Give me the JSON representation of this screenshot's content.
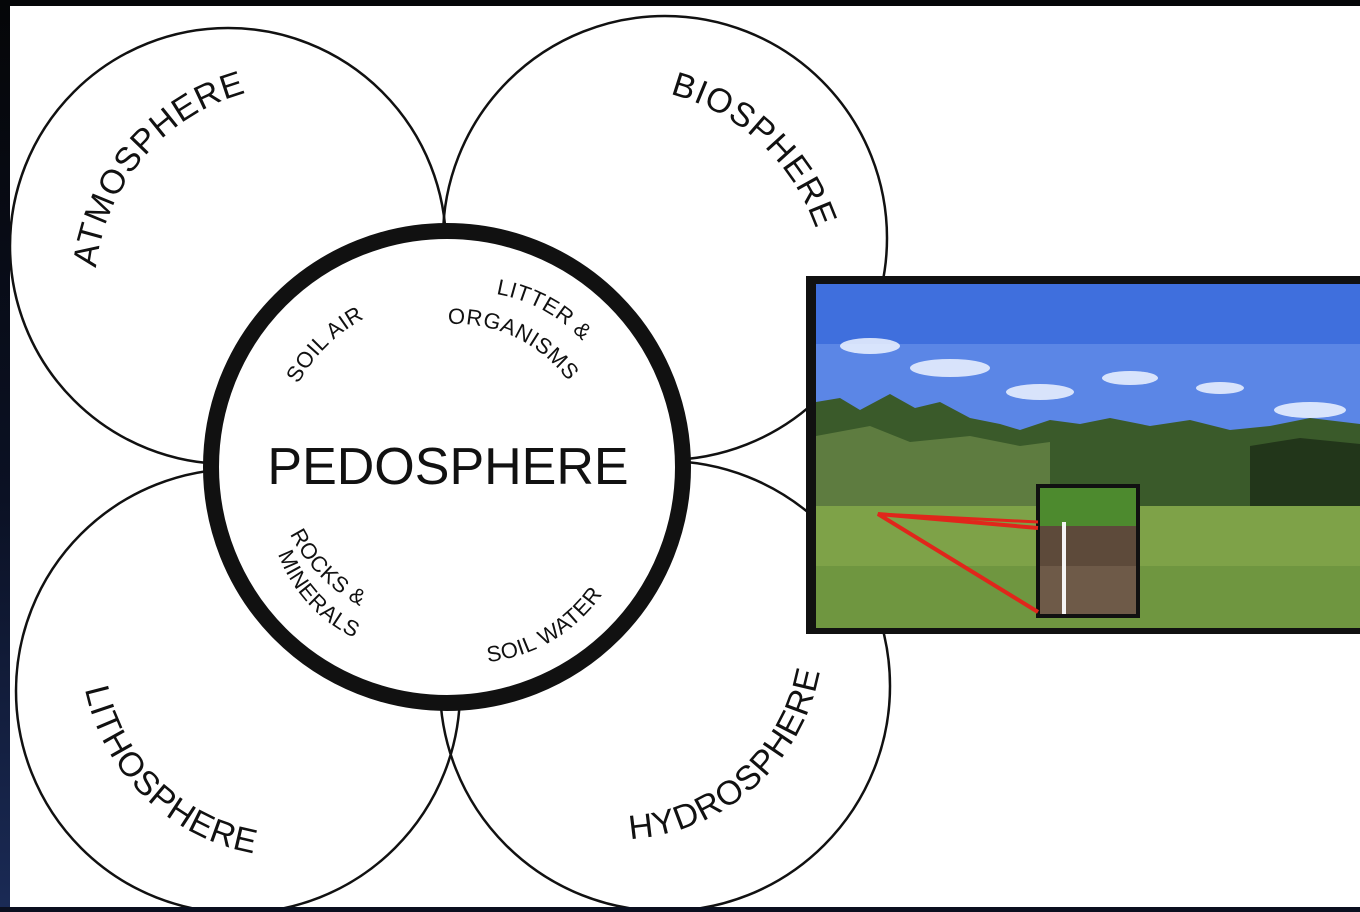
{
  "diagram": {
    "center_title": "PEDOSPHERE",
    "spheres": {
      "atmosphere": "ATMOSPHERE",
      "biosphere": "BIOSPHERE",
      "lithosphere": "LITHOSPHERE",
      "hydrosphere": "HYDROSPHERE"
    },
    "components": {
      "soil_air": "SOIL AIR",
      "litter_line1": "LITTER &",
      "litter_line2": "ORGANISMS",
      "rocks_line1": "ROCKS &",
      "rocks_line2": "MINERALS",
      "soil_water": "SOIL WATER"
    }
  },
  "photo": {
    "subject": "meadow-with-soil-profile",
    "colors": {
      "sky": "#4f7fe0",
      "forest": "#3d5a2c",
      "grass": "#7fa64a",
      "soil": "#5a4636",
      "pointer": "#e0261b"
    }
  }
}
